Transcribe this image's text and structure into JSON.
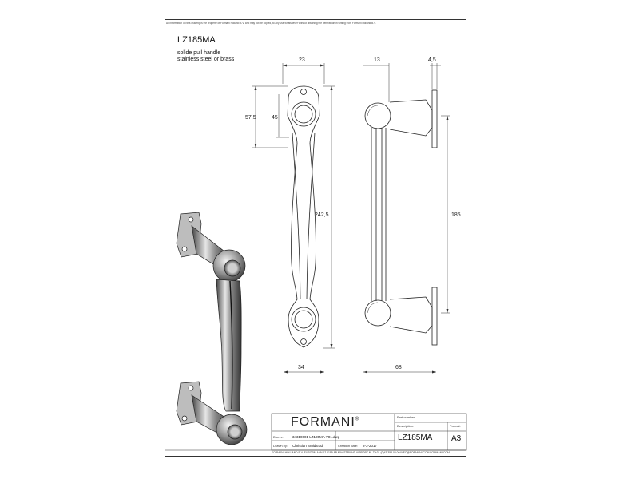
{
  "sheet": {
    "notice": "All information on this drawing is the property of Formani Holland B.V. and may not be copied, to any use whatsoever without obtaining the permission in writing from Formani Holland B.V.",
    "product_code": "LZ185MA",
    "description_line1": "solide pull handle",
    "description_line2": "stainless steel or brass"
  },
  "dimensions": {
    "front_width": "23",
    "front_top_outer": "57,5",
    "front_top_inner": "45",
    "front_length": "242,5",
    "front_bottom_width": "34",
    "side_offset": "13",
    "side_plate": "4,5",
    "side_center": "185",
    "side_depth": "68"
  },
  "title_block": {
    "brand": "FORMANI",
    "brand_mark": "®",
    "part_number_label": "Part number:",
    "part_number": "",
    "description_label": "Description:",
    "description": "LZ185MA",
    "format_label": "Format:",
    "format": "A3",
    "doc_label": "Doc.nr.:",
    "doc": "34310001 LZ185MA V01.dwg",
    "drawn_label": "Drawn by:",
    "drawn": "Christian Smidsrud",
    "creation_label": "Creation date:",
    "creation": "8-3-2017",
    "footer": "FORMANI HOLLAND B.V.  EUROPALAAN 12  6199 AB MAASTRICHT-AIRPORT NL   T +31 (0)43 358 00 00 INFO@FORMANI.COM FORMANI.COM"
  },
  "colors": {
    "line": "#222222",
    "metal_dark": "#5a5a5a",
    "metal_light": "#d8d8d8"
  }
}
